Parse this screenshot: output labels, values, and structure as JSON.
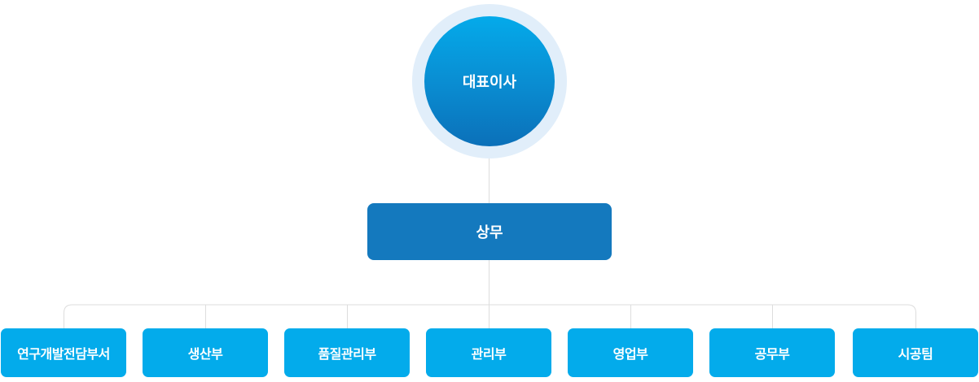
{
  "org_chart": {
    "ceo": {
      "label": "대표이사"
    },
    "executive": {
      "label": "상무"
    },
    "departments": [
      {
        "label": "연구개발전담부서"
      },
      {
        "label": "생산부"
      },
      {
        "label": "품질관리부"
      },
      {
        "label": "관리부"
      },
      {
        "label": "영업부"
      },
      {
        "label": "공무부"
      },
      {
        "label": "시공팀"
      }
    ]
  },
  "colors": {
    "ceo_gradient_top": "#04aaea",
    "ceo_gradient_bottom": "#0b70b9",
    "ceo_halo": "#e1eefa",
    "executive_box": "#1479be",
    "department_box": "#03abeb",
    "connector_line": "#dddddd"
  }
}
